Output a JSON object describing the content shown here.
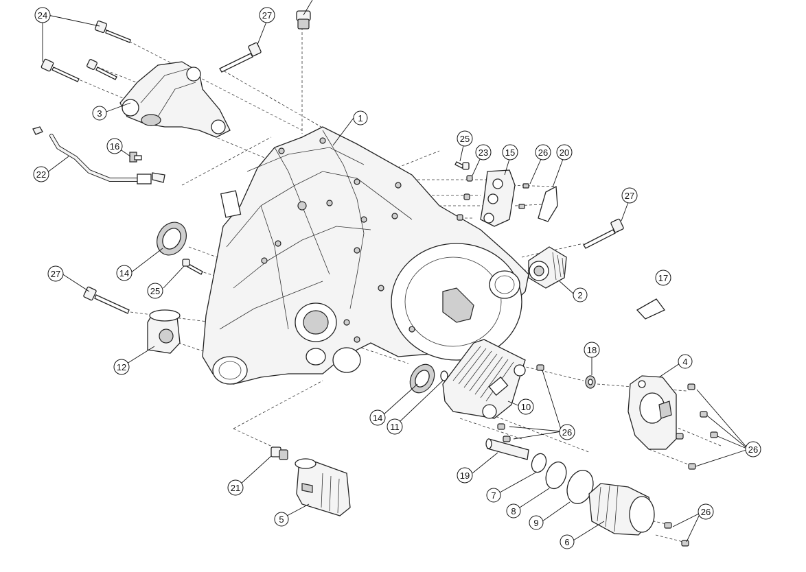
{
  "callouts": [
    {
      "id": "c1",
      "label": "1"
    },
    {
      "id": "c2",
      "label": "2"
    },
    {
      "id": "c3",
      "label": "3"
    },
    {
      "id": "c4",
      "label": "4"
    },
    {
      "id": "c5",
      "label": "5"
    },
    {
      "id": "c6",
      "label": "6"
    },
    {
      "id": "c7",
      "label": "7"
    },
    {
      "id": "c8",
      "label": "8"
    },
    {
      "id": "c9",
      "label": "9"
    },
    {
      "id": "c10",
      "label": "10"
    },
    {
      "id": "c11",
      "label": "11"
    },
    {
      "id": "c12",
      "label": "12"
    },
    {
      "id": "c14a",
      "label": "14"
    },
    {
      "id": "c14b",
      "label": "14"
    },
    {
      "id": "c15",
      "label": "15"
    },
    {
      "id": "c16",
      "label": "16"
    },
    {
      "id": "c17",
      "label": "17"
    },
    {
      "id": "c18",
      "label": "18"
    },
    {
      "id": "c19",
      "label": "19"
    },
    {
      "id": "c20",
      "label": "20"
    },
    {
      "id": "c21",
      "label": "21"
    },
    {
      "id": "c22",
      "label": "22"
    },
    {
      "id": "c23",
      "label": "23"
    },
    {
      "id": "c24",
      "label": "24"
    },
    {
      "id": "c25a",
      "label": "25"
    },
    {
      "id": "c25b",
      "label": "25"
    },
    {
      "id": "c26a",
      "label": "26"
    },
    {
      "id": "c26b",
      "label": "26"
    },
    {
      "id": "c26c",
      "label": "26"
    },
    {
      "id": "c26d",
      "label": "26"
    },
    {
      "id": "c27a",
      "label": "27"
    },
    {
      "id": "c27b",
      "label": "27"
    },
    {
      "id": "c27c",
      "label": "27"
    }
  ]
}
